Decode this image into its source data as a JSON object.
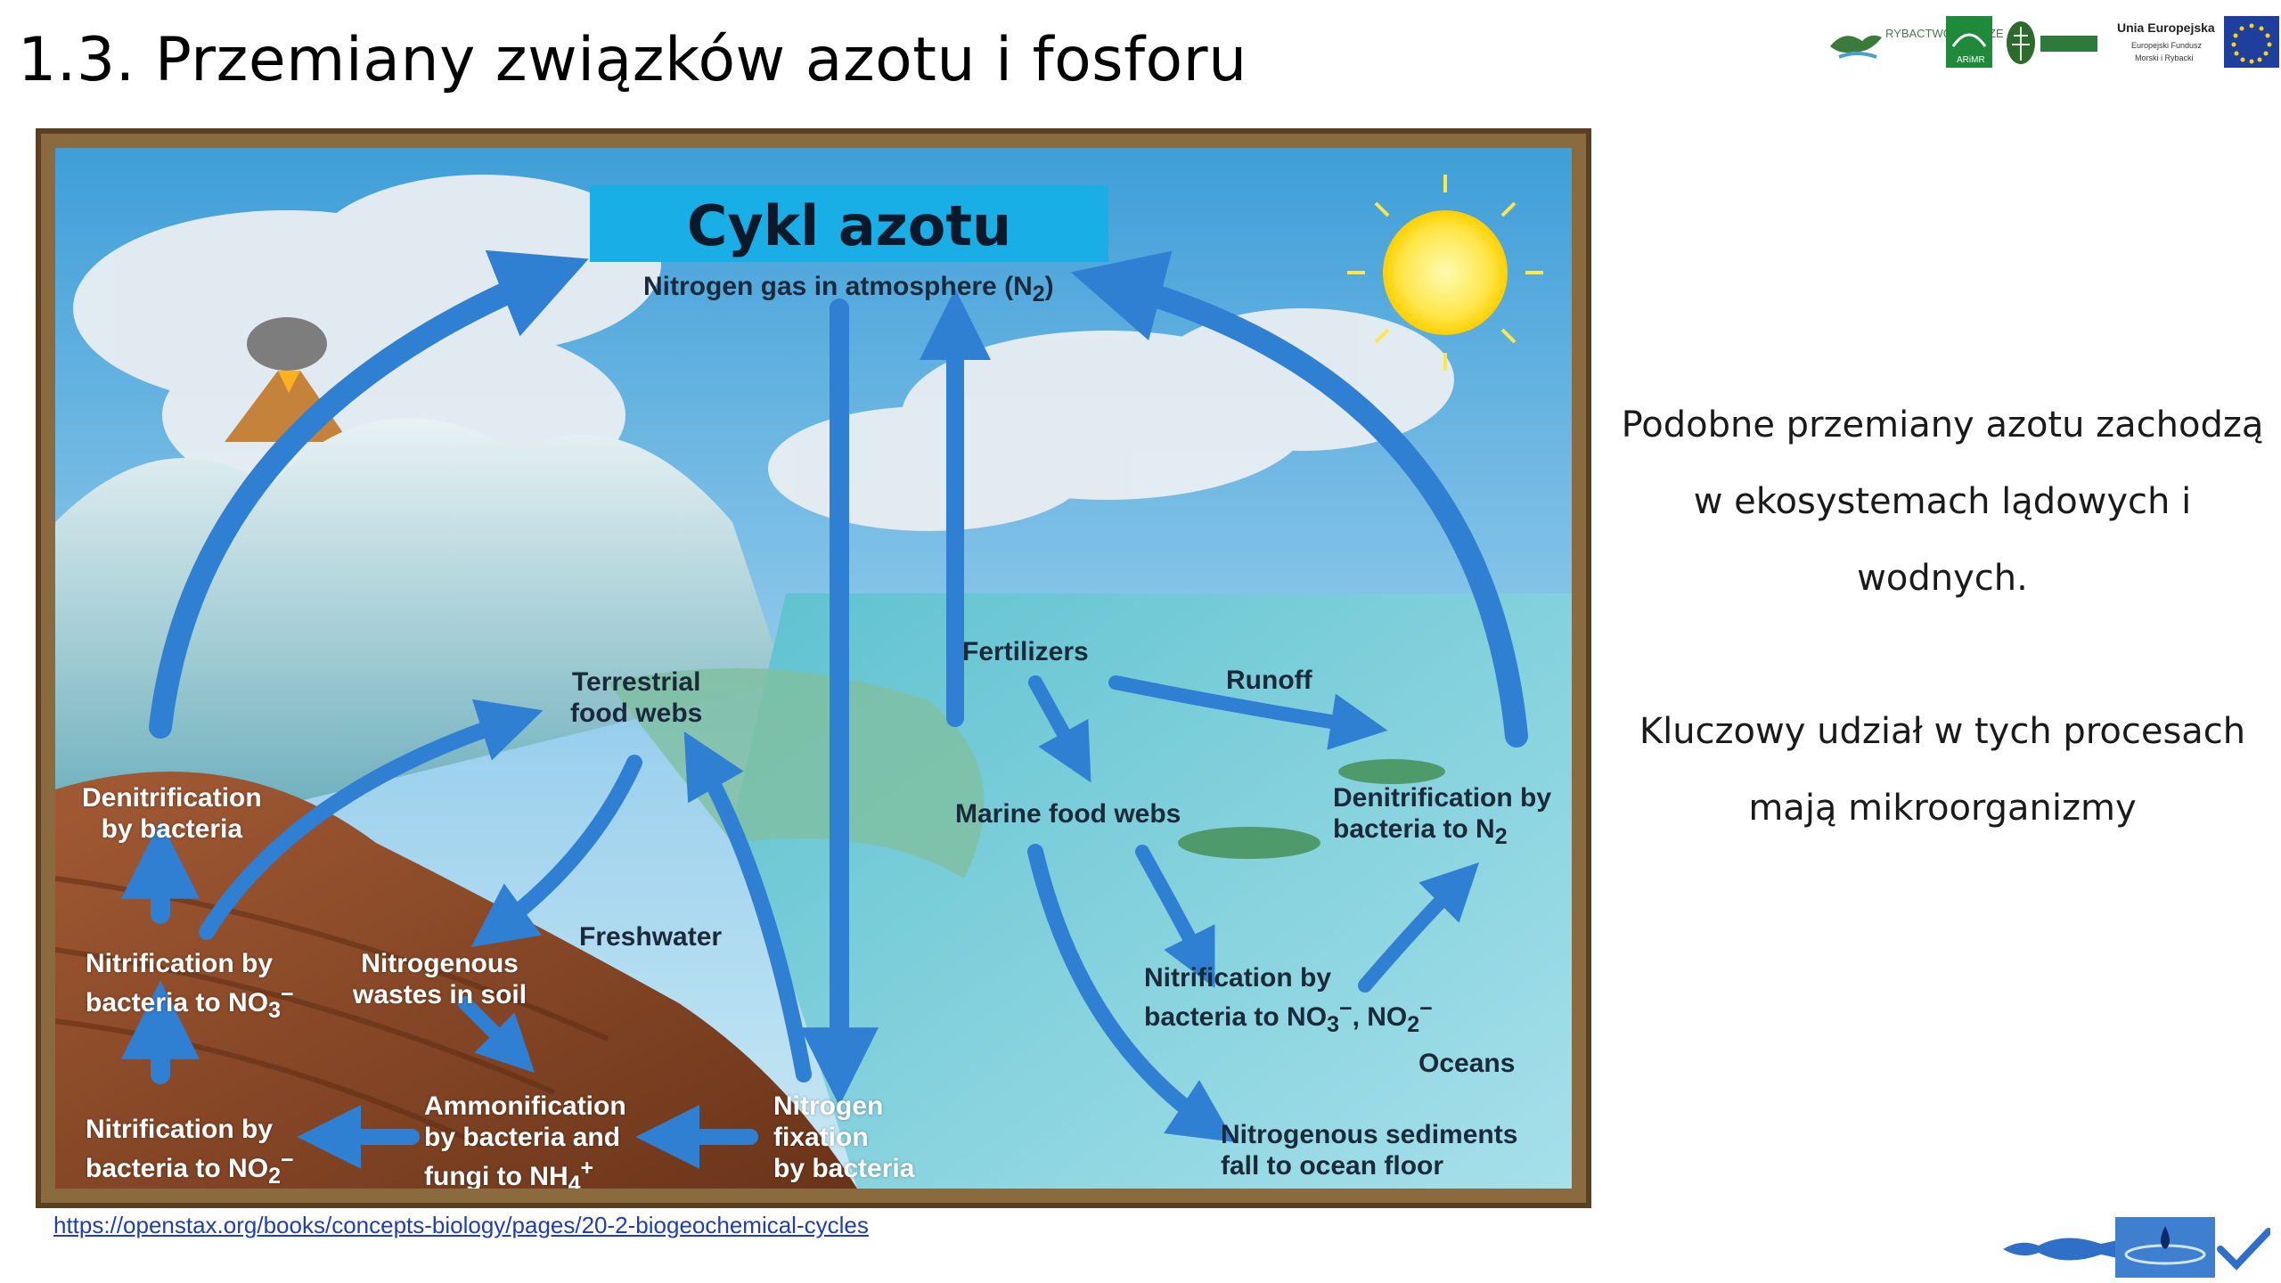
{
  "slide": {
    "title": "1.3. Przemiany związków azotu i fosforu",
    "source_url": "https://openstax.org/books/concepts-biology/pages/20-2-biogeochemical-cycles"
  },
  "logos": {
    "rybactwo": "RYBACTWO I MORZE",
    "arimr": "ARiMR",
    "eu_title": "Unia Europejska",
    "eu_sub1": "Europejski Fundusz",
    "eu_sub2": "Morski i Rybacki"
  },
  "diagram": {
    "header": "Cykl azotu",
    "labels": {
      "atmosphere": "Nitrogen gas in atmosphere (N",
      "atmosphere_sub": "2",
      "atmosphere_end": ")",
      "terrestrial": "Terrestrial",
      "terrestrial2": "food webs",
      "denitrif_left": "Denitrification",
      "denitrif_left2": "by bacteria",
      "nitrif_no3": "Nitrification by",
      "nitrif_no3_2": "bacteria to NO",
      "nitrif_no3_sub": "3",
      "nitrif_no3_sup": "−",
      "nitrogenous_wastes": "Nitrogenous",
      "nitrogenous_wastes2": "wastes in soil",
      "freshwater": "Freshwater",
      "nitrif_no2": "Nitrification by",
      "nitrif_no2_2": "bacteria to NO",
      "nitrif_no2_sub": "2",
      "nitrif_no2_sup": "−",
      "ammonif": "Ammonification",
      "ammonif2": "by bacteria and",
      "ammonif3": "fungi to NH",
      "ammonif_sub": "4",
      "ammonif_sup": "+",
      "fixation": "Nitrogen",
      "fixation2": "fixation",
      "fixation3": "by bacteria",
      "fertilizers": "Fertilizers",
      "runoff": "Runoff",
      "marine": "Marine food webs",
      "denitrif_right": "Denitrification by",
      "denitrif_right2": "bacteria to N",
      "denitrif_right_sub": "2",
      "nitrif_ocean": "Nitrification by",
      "nitrif_ocean2": "bacteria to NO",
      "nitrif_ocean_sub": "3",
      "nitrif_ocean_sup": "−",
      "nitrif_ocean_mid": ", NO",
      "nitrif_ocean_sub2": "2",
      "nitrif_ocean_sup2": "−",
      "oceans": "Oceans",
      "sediments": "Nitrogenous sediments",
      "sediments2": "fall to ocean floor"
    }
  },
  "side_text": {
    "p1_line1": "Podobne przemiany azotu  zachodzą",
    "p1_line2": "w ekosystemach lądowych i",
    "p1_line3": "wodnych.",
    "p2_line1": "Kluczowy udział w tych procesach",
    "p2_line2": "mają mikroorganizmy"
  },
  "colors": {
    "arrow_blue": "#2f7fd3",
    "header_blue": "#19aee6",
    "link_blue": "#1f3fae",
    "frame_brown": "#8a6a3f"
  }
}
